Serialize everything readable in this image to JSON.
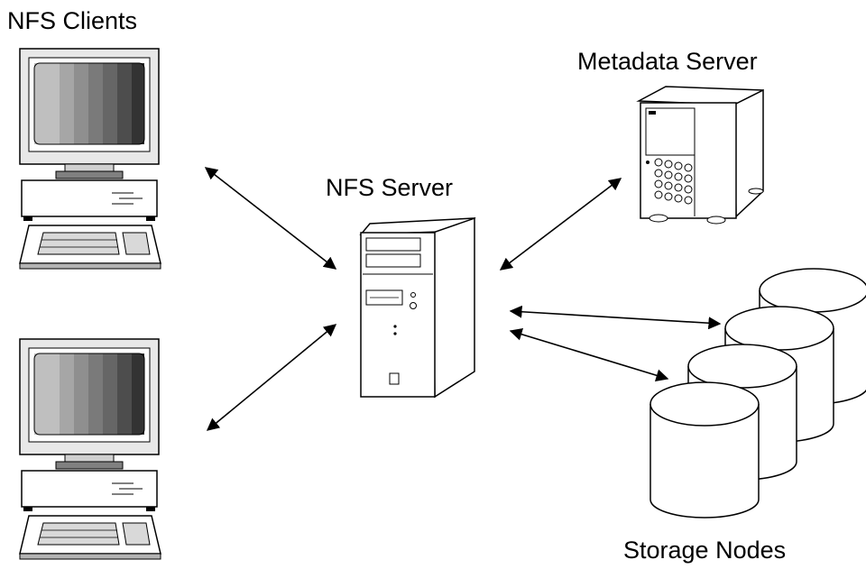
{
  "labels": {
    "nfs_clients": "NFS Clients",
    "nfs_server": "NFS Server",
    "metadata_server": "Metadata Server",
    "storage_nodes": "Storage Nodes"
  },
  "colors": {
    "line": "#000000",
    "screen_bezel": "#e6e6e6",
    "case": "#ffffff",
    "screen_shades": [
      "#bfbfbf",
      "#a6a6a6",
      "#8f8f8f",
      "#7a7a7a",
      "#666666",
      "#4d4d4d",
      "#333333"
    ]
  },
  "icons": [
    "desktop-computer-icon",
    "tower-server-icon",
    "storage-server-icon",
    "disk-cylinder-icon"
  ],
  "connections": [
    {
      "from": "nfs_clients",
      "to": "nfs_server",
      "bidirectional": true
    },
    {
      "from": "nfs_server",
      "to": "metadata_server",
      "bidirectional": true
    },
    {
      "from": "nfs_server",
      "to": "storage_nodes",
      "bidirectional": true
    }
  ]
}
